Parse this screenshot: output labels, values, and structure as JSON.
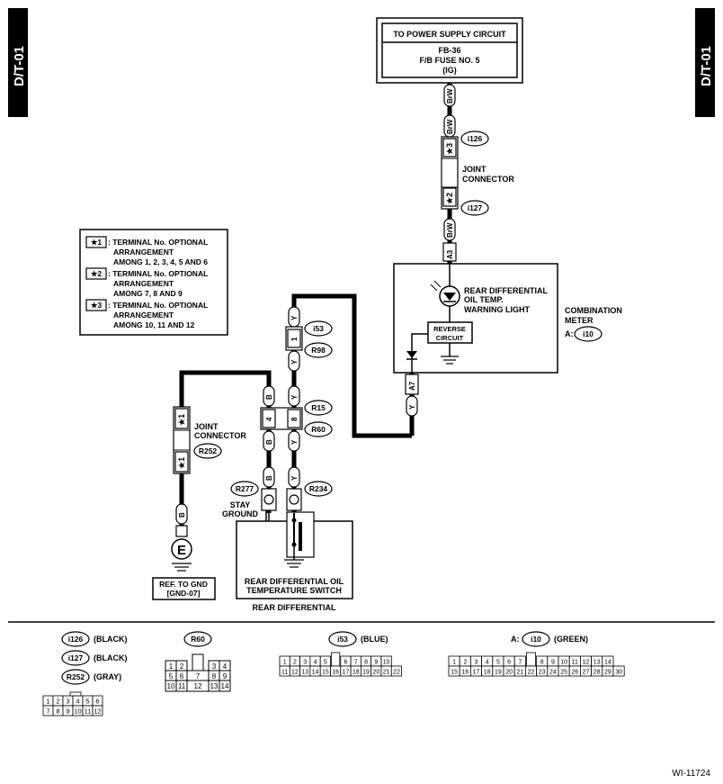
{
  "page_tab_left": "D/T-01",
  "page_tab_right": "D/T-01",
  "power_box": {
    "title": "TO POWER SUPPLY CIRCUIT",
    "line1": "FB-36",
    "line2": "F/B FUSE NO. 5",
    "line3": "(IG)"
  },
  "wire_colors": {
    "brw": "BrW",
    "y": "Y",
    "b": "B"
  },
  "connectors": {
    "i126": "i126",
    "i127": "i127",
    "i53": "i53",
    "r98": "R98",
    "r15": "R15",
    "r60": "R60",
    "r252": "R252",
    "r277": "R277",
    "r234": "R234",
    "i10": "i10"
  },
  "pins": {
    "star3": "★3",
    "star2": "★2",
    "star1": "★1",
    "a3": "A3",
    "a7": "A7",
    "p1": "1",
    "p4": "4",
    "p8": "8"
  },
  "joint_connector_right": [
    "JOINT",
    "CONNECTOR"
  ],
  "joint_connector_left": [
    "JOINT",
    "CONNECTOR"
  ],
  "legend": [
    {
      "tag": "★1",
      "lines": [
        ": TERMINAL No. OPTIONAL",
        "ARRANGEMENT",
        "AMONG 1, 2, 3, 4, 5 AND 6"
      ]
    },
    {
      "tag": "★2",
      "lines": [
        ": TERMINAL No. OPTIONAL",
        "ARRANGEMENT",
        "AMONG 7, 8 AND 9"
      ]
    },
    {
      "tag": "★3",
      "lines": [
        ": TERMINAL No. OPTIONAL",
        "ARRANGEMENT",
        "AMONG 10, 11 AND 12"
      ]
    }
  ],
  "meter": {
    "light_label": [
      "REAR DIFFERENTIAL",
      "OIL TEMP.",
      "WARNING LIGHT"
    ],
    "reverse_circuit": [
      "REVERSE",
      "CIRCUIT"
    ],
    "combination_meter": [
      "COMBINATION",
      "METER"
    ],
    "conn_prefix": "A:"
  },
  "stay_ground": [
    "STAY",
    "GROUND"
  ],
  "ground_symbol": "E",
  "ref_gnd": [
    "REF. TO GND",
    "[GND-07]"
  ],
  "switch_label": [
    "REAR DIFFERENTIAL OIL",
    "TEMPERATURE SWITCH"
  ],
  "rear_differential": "REAR DIFFERENTIAL",
  "bottom_connectors": {
    "i126_color": "(BLACK)",
    "i127_color": "(BLACK)",
    "r252_color": "(GRAY)",
    "i53_color": "(BLUE)",
    "i10_color": "(GREEN)",
    "i10_prefix": "A:",
    "grid_6": [
      [
        "1",
        "2",
        "3",
        "4",
        "5",
        "6"
      ],
      [
        "7",
        "8",
        "9",
        "10",
        "11",
        "12"
      ]
    ],
    "r60_grid": {
      "top_left": [
        "1",
        "2"
      ],
      "top_right": [
        "3",
        "4"
      ],
      "mid_left": [
        "5",
        "6"
      ],
      "mid_center": "7",
      "mid_right": [
        "8",
        "9"
      ],
      "bot_left": [
        "10",
        "11"
      ],
      "bot_center": "12",
      "bot_right": [
        "13",
        "14"
      ]
    },
    "i53_grid": [
      [
        "1",
        "2",
        "3",
        "4",
        "5",
        "",
        "6",
        "7",
        "8",
        "9",
        "10"
      ],
      [
        "11",
        "12",
        "13",
        "14",
        "15",
        "16",
        "17",
        "18",
        "19",
        "20",
        "21",
        "22"
      ]
    ],
    "i10_grid": [
      [
        "1",
        "2",
        "3",
        "4",
        "5",
        "6",
        "7",
        "",
        "8",
        "9",
        "10",
        "11",
        "12",
        "13",
        "14"
      ],
      [
        "15",
        "16",
        "17",
        "18",
        "19",
        "20",
        "21",
        "22",
        "23",
        "24",
        "25",
        "26",
        "27",
        "28",
        "29",
        "30"
      ]
    ]
  },
  "footer_code": "WI-11724"
}
